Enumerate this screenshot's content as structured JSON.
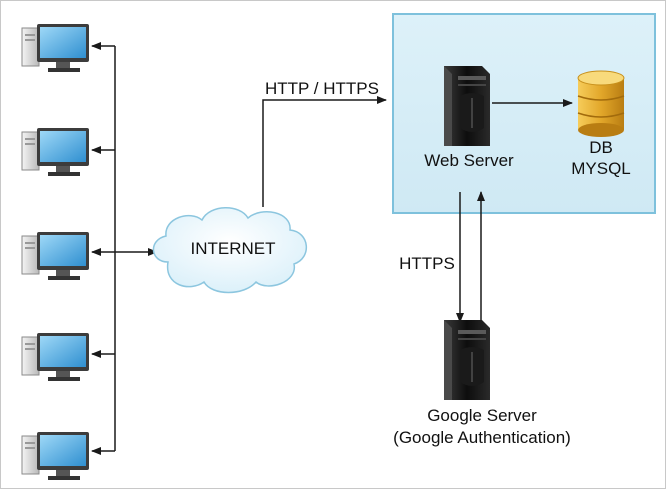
{
  "labels": {
    "http": "HTTP / HTTPS",
    "internet": "INTERNET",
    "web_server": "Web Server",
    "db_line1": "DB",
    "db_line2": "MYSQL",
    "https": "HTTPS",
    "google_line1": "Google Server",
    "google_line2": "(Google Authentication)"
  },
  "colors": {
    "server_panel_fill": "#d8eef6",
    "server_panel_border": "#7ec1dc",
    "arrow": "#1a1a1a",
    "cloud_fill": "#e6f4fb",
    "db_gold": "#e2a72a"
  },
  "icons": {
    "client": "desktop-computer-icon",
    "server": "tower-server-icon",
    "database": "database-cylinder-icon",
    "cloud": "cloud-icon"
  }
}
